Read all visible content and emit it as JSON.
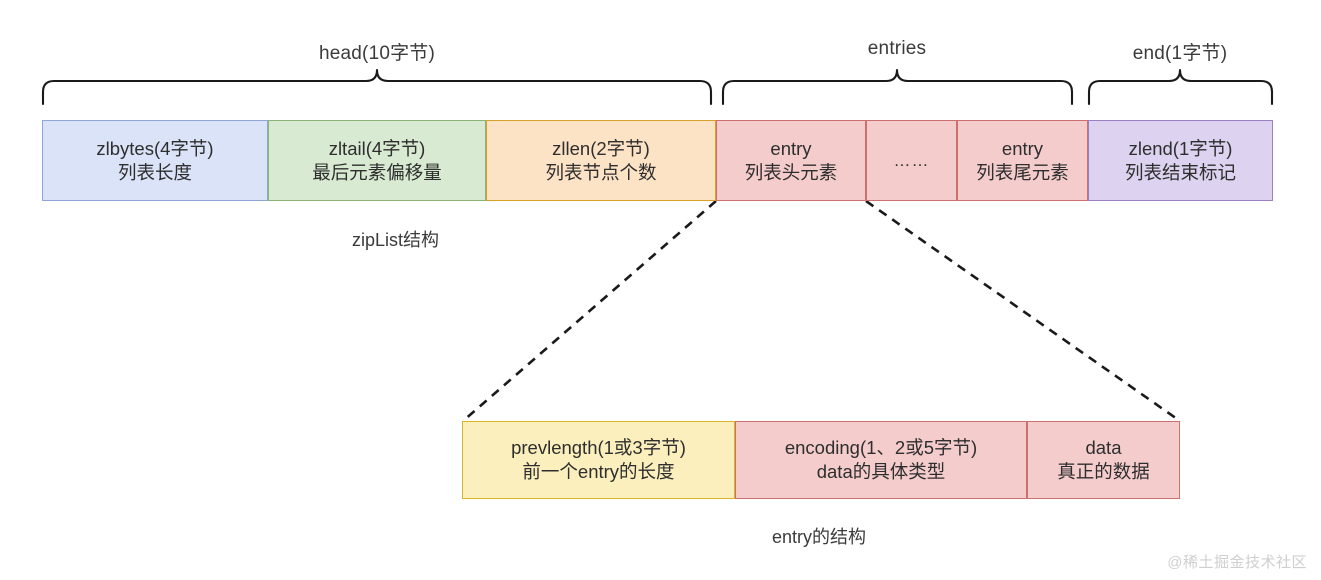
{
  "diagram": {
    "title_caption_top": "zipList结构",
    "title_caption_bottom": "entry的结构",
    "groups": [
      {
        "name": "head",
        "label": "head(10字节)"
      },
      {
        "name": "entries",
        "label": "entries"
      },
      {
        "name": "end",
        "label": "end(1字节)"
      }
    ],
    "ziplist_cells": [
      {
        "name": "zlbytes",
        "line1": "zlbytes(4字节)",
        "line2": "列表长度",
        "color": "#dae3f7",
        "border": "#8ea6d8"
      },
      {
        "name": "zltail",
        "line1": "zltail(4字节)",
        "line2": "最后元素偏移量",
        "color": "#d9ead3",
        "border": "#8cb377"
      },
      {
        "name": "zllen",
        "line1": "zllen(2字节)",
        "line2": "列表节点个数",
        "color": "#fde3c6",
        "border": "#d8a22a"
      },
      {
        "name": "entry-head",
        "line1": "entry",
        "line2": "列表头元素",
        "color": "#f4cccc",
        "border": "#cc6f6f"
      },
      {
        "name": "entry-ellipsis",
        "line1": "……",
        "line2": "",
        "color": "#f4cccc",
        "border": "#cc6f6f"
      },
      {
        "name": "entry-tail",
        "line1": "entry",
        "line2": "列表尾元素",
        "color": "#f4cccc",
        "border": "#cc6f6f"
      },
      {
        "name": "zlend",
        "line1": "zlend(1字节)",
        "line2": "列表结束标记",
        "color": "#ddd2ef",
        "border": "#9a7fc4"
      }
    ],
    "entry_cells": [
      {
        "name": "prevlength",
        "line1": "prevlength(1或3字节)",
        "line2": "前一个entry的长度",
        "color": "#fbf0bd",
        "border": "#d8b726"
      },
      {
        "name": "encoding",
        "line1": "encoding(1、2或5字节)",
        "line2": "data的具体类型",
        "color": "#f4cccc",
        "border": "#cc6f6f"
      },
      {
        "name": "data",
        "line1": "data",
        "line2": "真正的数据",
        "color": "#f4cccc",
        "border": "#cc6f6f"
      }
    ],
    "connector": {
      "name": "entry-zoom-connector",
      "style": "dashed",
      "color": "#1a1a1a"
    }
  },
  "watermark": {
    "text": "@稀土掘金技术社区"
  }
}
